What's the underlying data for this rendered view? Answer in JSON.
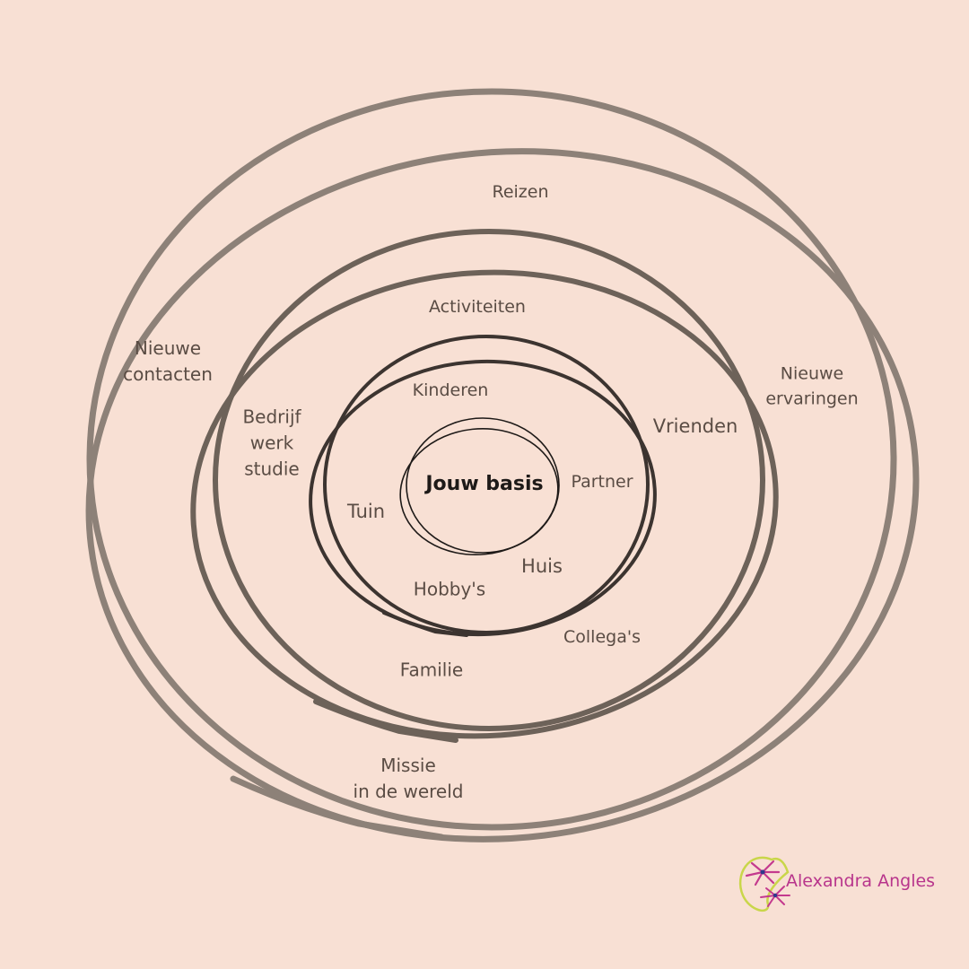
{
  "colors": {
    "background": "#f8e0d4",
    "outer_ring": "#8d8178",
    "middle_ring": "#6d6259",
    "inner_ring": "#3c3430",
    "core_ring": "#1e1a18",
    "label_text": "#5a4c44",
    "brand_text": "#b8358c",
    "brand_swirl": "#c9d64a",
    "brand_flower": "#c43a8e"
  },
  "diagram": {
    "center": "Jouw basis",
    "inner_circle": {
      "top": "Kinderen",
      "left": "Tuin",
      "right": "Partner",
      "bottom_left": "Hobby's",
      "bottom_right": "Huis"
    },
    "middle_circle": {
      "top": "Activiteiten",
      "left": "Bedrijf\nwerk\nstudie",
      "right": "Vrienden",
      "bottom_right": "Collega's",
      "bottom": "Familie"
    },
    "outer_circle": {
      "top": "Reizen",
      "left": "Nieuwe\ncontacten",
      "right": "Nieuwe\nervaringen",
      "bottom": "Missie\nin de wereld"
    }
  },
  "brand": {
    "name": "Alexandra Angles",
    "logo_icon": "lily-flower-icon"
  }
}
